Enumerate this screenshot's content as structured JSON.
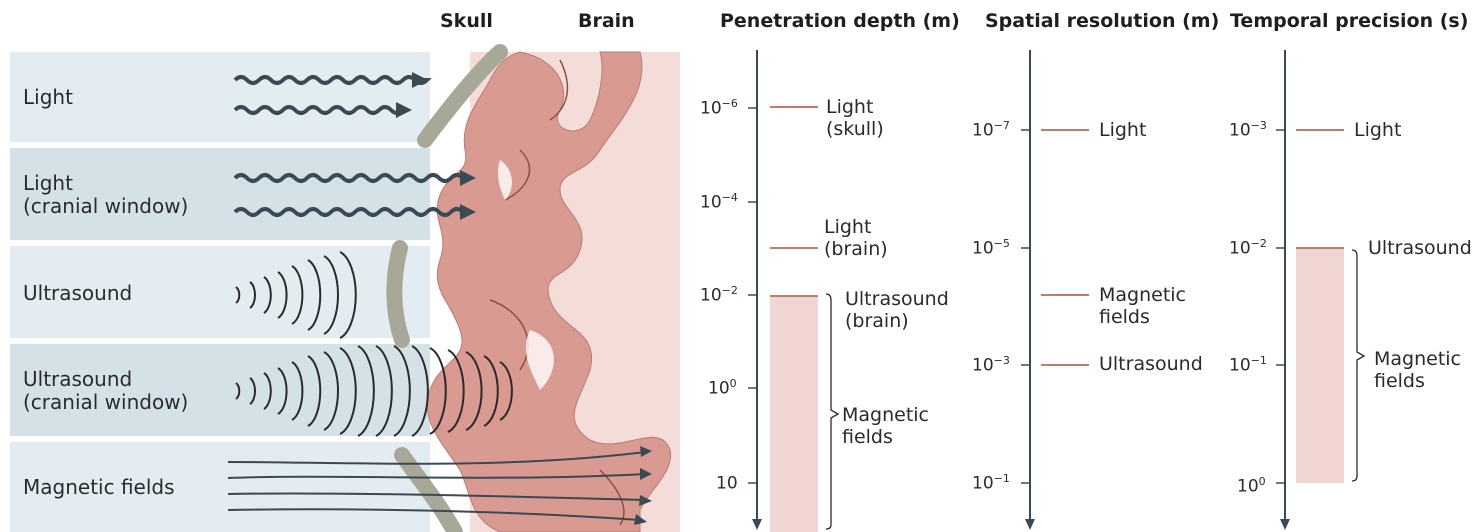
{
  "headers": {
    "skull": "Skull",
    "brain": "Brain",
    "penetration": "Penetration depth (m)",
    "spatial": "Spatial resolution (m)",
    "temporal": "Temporal precision (s)"
  },
  "rows": [
    {
      "label": "Light"
    },
    {
      "label": "Light\n(cranial window)"
    },
    {
      "label": "Ultrasound"
    },
    {
      "label": "Ultrasound\n(cranial window)"
    },
    {
      "label": "Magnetic fields"
    }
  ],
  "penetration_axis": {
    "ticks": [
      {
        "base": "10",
        "exp": "−6"
      },
      {
        "base": "10",
        "exp": "−4"
      },
      {
        "base": "10",
        "exp": "−2"
      },
      {
        "base": "10",
        "exp": "0"
      },
      {
        "base": "10",
        "exp": ""
      }
    ],
    "labels": {
      "light_skull": "Light\n(skull)",
      "light_brain": "Light\n(brain)",
      "ultrasound_brain": "Ultrasound\n(brain)",
      "magnetic": "Magnetic\nfields"
    }
  },
  "spatial_axis": {
    "ticks": [
      {
        "base": "10",
        "exp": "−7"
      },
      {
        "base": "10",
        "exp": "−5"
      },
      {
        "base": "10",
        "exp": "−3"
      },
      {
        "base": "10",
        "exp": "−1"
      }
    ],
    "labels": {
      "light": "Light",
      "magnetic": "Magnetic\nfields",
      "ultrasound": "Ultrasound"
    }
  },
  "temporal_axis": {
    "ticks": [
      {
        "base": "10",
        "exp": "−3"
      },
      {
        "base": "10",
        "exp": "−2"
      },
      {
        "base": "10",
        "exp": "−1"
      },
      {
        "base": "10",
        "exp": "0"
      }
    ],
    "labels": {
      "light": "Light",
      "ultrasound": "Ultrasound",
      "magnetic": "Magnetic\nfields"
    }
  },
  "colors": {
    "band_light": "#e3edf1",
    "band_dark": "#d4e2e8",
    "skull": "#a8a898",
    "brain": "#d99a91",
    "brain_dark": "#8a5048",
    "brain_bg": "#f4dcd8",
    "wave": "#3a4a55",
    "range_fill": "#f0d5d2",
    "range_line": "#c77a6c",
    "axis": "#3a4a55"
  }
}
